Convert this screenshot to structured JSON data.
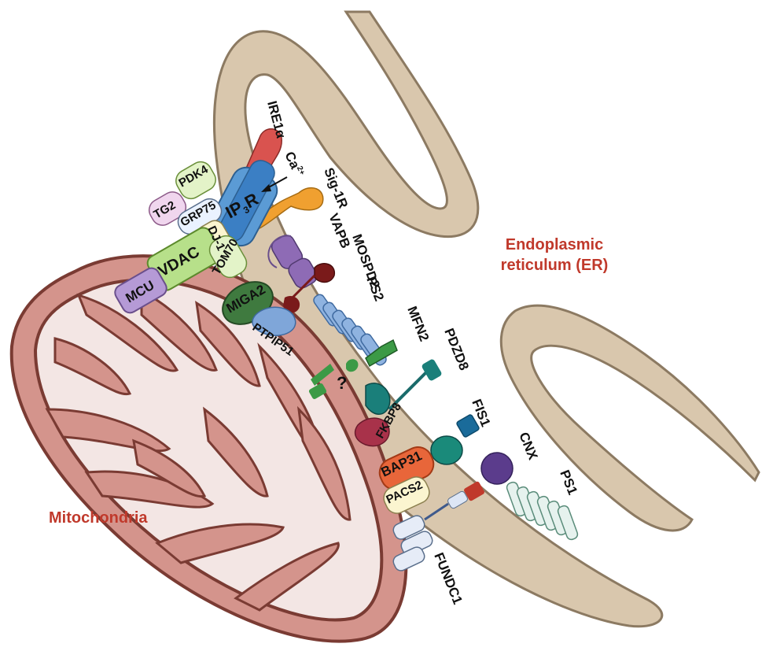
{
  "compartments": {
    "er_line1": "Endoplasmic",
    "er_line2": "reticulum (ER)",
    "mitochondria": "Mitochondria"
  },
  "proteins": {
    "ire1a": "IRE1α",
    "ca": "Ca",
    "ca_sup": "2+",
    "sig1r": "Sig-1R",
    "pdk4": "PDK4",
    "tg2": "TG2",
    "grp75": "GRP75",
    "ip3r": "IP",
    "ip3r_sub": "3",
    "ip3r_end": "R",
    "dj1": "DJ-1",
    "vdac": "VDAC",
    "tom70": "TOM70",
    "vapb": "VAPB",
    "mospd2": "MOSPD2",
    "mcu": "MCU",
    "miga2": "MIGA2",
    "ps2": "PS2",
    "ptpip51": "PTPIP51",
    "mfn2": "MFN2",
    "pdzd8": "PDZD8",
    "question": "?",
    "fkbp8": "FKBP8",
    "fis1": "FIS1",
    "bap31": "BAP31",
    "cnx": "CNX",
    "pacs2": "PACS2",
    "ps1": "PS1",
    "fundc1": "FUNDC1"
  },
  "colors": {
    "mito_fill": "#d4948c",
    "mito_stroke": "#7a3b33",
    "er_fill": "#d9c7ad",
    "er_stroke": "#8c7a62",
    "label_red": "#c0392b",
    "ip3r_blue": "#5b9bd5",
    "vdac_green": "#b7e08a",
    "miga2_green": "#3f7a3f",
    "mcu_purple": "#b59ad6",
    "vapb_purple": "#8e6bb5",
    "sig1r_orange": "#f0a030",
    "ire1_red": "#d9534f",
    "ps_blue": "#7fa6d9",
    "bap31_orange": "#e8663a",
    "fis1_teal": "#1a7f7a",
    "cnx_purple": "#5b3c8c",
    "fkbp8_maroon": "#a8324a"
  }
}
